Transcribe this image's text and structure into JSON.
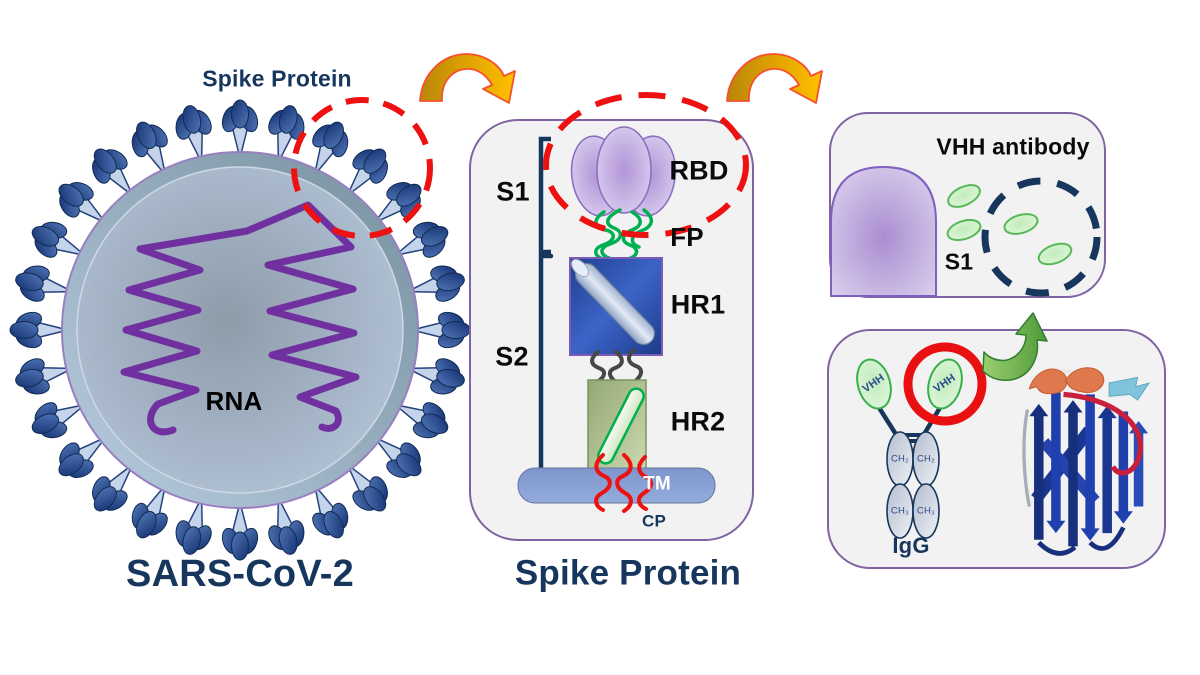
{
  "virus": {
    "callout": "Spike Protein",
    "rna": "RNA",
    "title": "SARS-CoV-2"
  },
  "spike_panel": {
    "title": "Spike Protein",
    "s1": "S1",
    "s2": "S2",
    "rbd": "RBD",
    "fp": "FP",
    "hr1": "HR1",
    "hr2": "HR2",
    "tm": "TM",
    "cp": "CP"
  },
  "vhh_panel": {
    "title": "VHH antibody",
    "s1": "S1"
  },
  "igg_panel": {
    "vhh": "VHH",
    "ch2": "CH₂",
    "ch3": "CH₃",
    "title": "IgG"
  },
  "colors": {
    "navy_text": "#17365d",
    "black_text": "#0a0a0a",
    "highlight_red": "#ee1111",
    "fp_green": "#00b050",
    "panel_border": "#8064a2",
    "panel_bg": "#f2f2f2",
    "arrow_orange": "#ffc000",
    "rna_purple": "#7030a0"
  }
}
